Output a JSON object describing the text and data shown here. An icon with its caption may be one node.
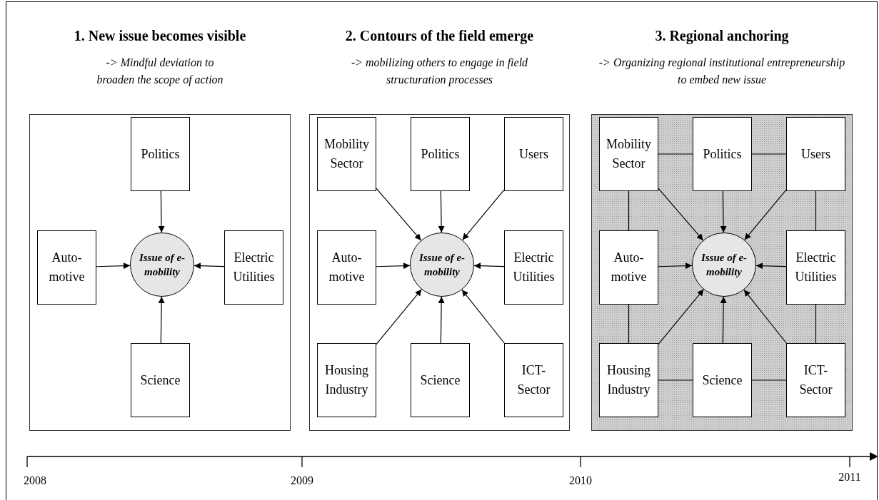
{
  "diagram": {
    "nodes": [
      {
        "text": [
          "1. New issue becomes visible",
          "-> Mindful deviation to broaden the scope of action"
        ]
      },
      {
        "text": [
          "Politics"
        ],
        "in": 0
      },
      {
        "text": [
          "Auto- motive"
        ],
        "in": 0
      },
      {
        "text": [
          "Issue of e-mobility"
        ],
        "in": 0
      },
      {
        "text": [
          "Electric Utilities"
        ],
        "in": 0
      },
      {
        "text": [
          "Science"
        ],
        "in": 0
      },
      {
        "text": [
          "2. Contours of the field emerge",
          "-> mobilizing others to engage in field structuration processes"
        ]
      },
      {
        "text": [
          "Mobility Sector"
        ],
        "in": 6
      },
      {
        "text": [
          "Politics"
        ],
        "in": 6
      },
      {
        "text": [
          "Users"
        ],
        "in": 6
      },
      {
        "text": [
          "Auto- motive"
        ],
        "in": 6
      },
      {
        "text": [
          "Issue of e-mobility"
        ],
        "in": 6
      },
      {
        "text": [
          "Electric Utilities"
        ],
        "in": 6
      },
      {
        "text": [
          "Housing Industry"
        ],
        "in": 6
      },
      {
        "text": [
          "Science"
        ],
        "in": 6
      },
      {
        "text": [
          "ICT- Sector"
        ],
        "in": 6
      },
      {
        "text": [
          "3. Regional anchoring",
          "-> Organizing regional institutional entrepreneurship to embed new issue"
        ]
      },
      {
        "text": [
          "Mobility Sector"
        ],
        "in": 16
      },
      {
        "text": [
          "Politics"
        ],
        "in": 16
      },
      {
        "text": [
          "Users"
        ],
        "in": 16
      },
      {
        "text": [
          "Auto- motive"
        ],
        "in": 16
      },
      {
        "text": [
          "Issue of e-mobility"
        ],
        "in": 16
      },
      {
        "text": [
          "Electric Utilities"
        ],
        "in": 16
      },
      {
        "text": [
          "Housing Industry"
        ],
        "in": 16
      },
      {
        "text": [
          "Science"
        ],
        "in": 16
      },
      {
        "text": [
          "ICT- Sector"
        ],
        "in": 16
      }
    ],
    "edges": [
      {
        "from": 1,
        "to": 3,
        "arrow": "to"
      },
      {
        "from": 2,
        "to": 3,
        "arrow": "to"
      },
      {
        "from": 4,
        "to": 3,
        "arrow": "to"
      },
      {
        "from": 5,
        "to": 3,
        "arrow": "to"
      },
      {
        "from": 7,
        "to": 11,
        "arrow": "to"
      },
      {
        "from": 8,
        "to": 11,
        "arrow": "to"
      },
      {
        "from": 9,
        "to": 11,
        "arrow": "to"
      },
      {
        "from": 10,
        "to": 11,
        "arrow": "to"
      },
      {
        "from": 12,
        "to": 11,
        "arrow": "to"
      },
      {
        "from": 13,
        "to": 11,
        "arrow": "to"
      },
      {
        "from": 14,
        "to": 11,
        "arrow": "to"
      },
      {
        "from": 15,
        "to": 11,
        "arrow": "to"
      },
      {
        "from": 17,
        "to": 21,
        "arrow": "to"
      },
      {
        "from": 18,
        "to": 21,
        "arrow": "to"
      },
      {
        "from": 19,
        "to": 21,
        "arrow": "to"
      },
      {
        "from": 20,
        "to": 21,
        "arrow": "to"
      },
      {
        "from": 22,
        "to": 21,
        "arrow": "to"
      },
      {
        "from": 23,
        "to": 21,
        "arrow": "to"
      },
      {
        "from": 24,
        "to": 21,
        "arrow": "to"
      },
      {
        "from": 25,
        "to": 21,
        "arrow": "to"
      },
      {
        "from": 17,
        "to": 18,
        "arrow": "none"
      },
      {
        "from": 18,
        "to": 19,
        "arrow": "none"
      },
      {
        "from": 17,
        "to": 20,
        "arrow": "none"
      },
      {
        "from": 19,
        "to": 22,
        "arrow": "none"
      },
      {
        "from": 20,
        "to": 23,
        "arrow": "none"
      },
      {
        "from": 22,
        "to": 25,
        "arrow": "none"
      },
      {
        "from": 23,
        "to": 24,
        "arrow": "none"
      },
      {
        "from": 24,
        "to": 25,
        "arrow": "none"
      }
    ],
    "labels": [
      "2008",
      "2009",
      "2010",
      "2011"
    ]
  }
}
